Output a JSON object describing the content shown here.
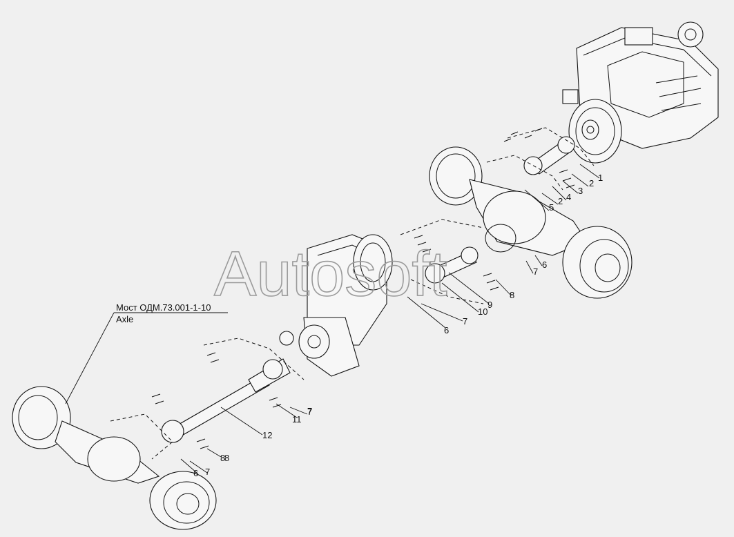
{
  "watermark": "Autosoft",
  "callout": {
    "title": "Мост ОДМ.73.001-1-10",
    "subtitle": "Axle"
  },
  "part_numbers": [
    "1",
    "2",
    "2",
    "3",
    "4",
    "5",
    "6",
    "7",
    "8",
    "6",
    "7",
    "9",
    "10",
    "7",
    "8",
    "11",
    "7",
    "12",
    "8",
    "6",
    "7"
  ],
  "colors": {
    "background": "#f0f0f0",
    "line": "#111111",
    "watermark": "#9a9a9a"
  }
}
